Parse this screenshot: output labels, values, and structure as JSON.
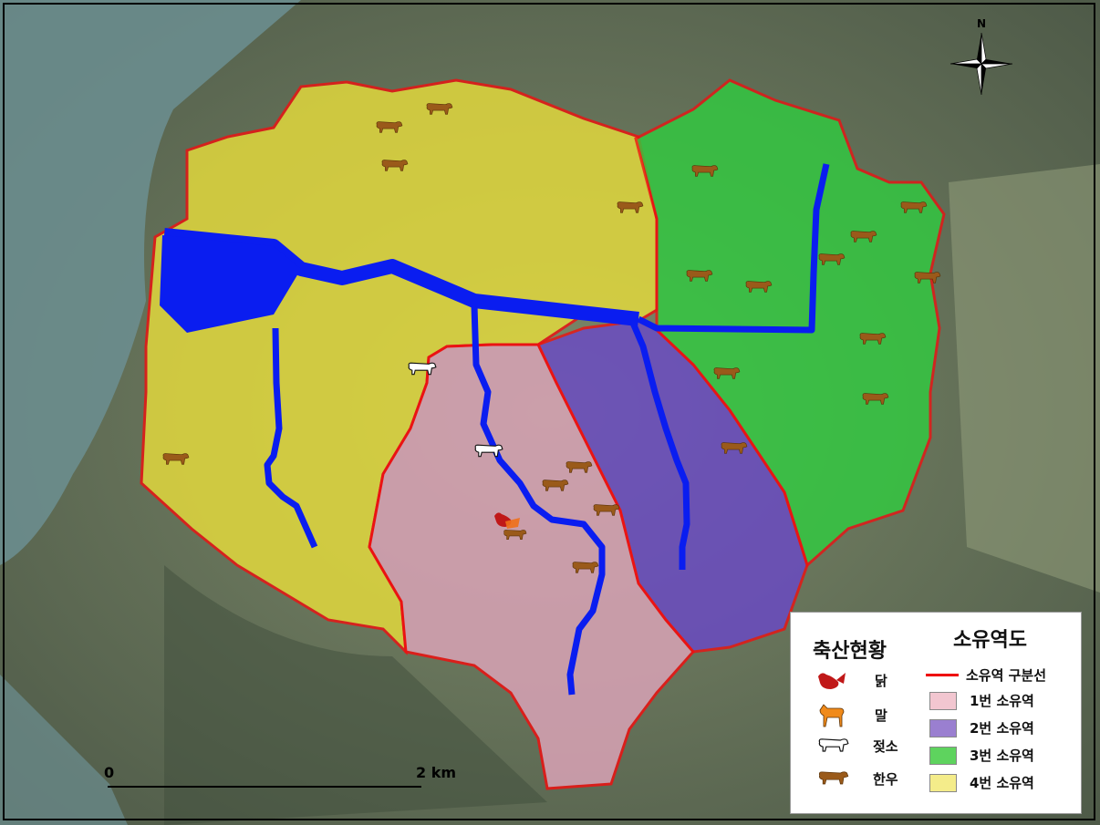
{
  "legend": {
    "livestock_title": "축산현황",
    "basin_title": "소유역도",
    "animals": [
      {
        "icon": "chicken-icon",
        "label": "닭"
      },
      {
        "icon": "horse-icon",
        "label": "말"
      },
      {
        "icon": "dairy-cow-icon",
        "label": "젖소"
      },
      {
        "icon": "hanwoo-cow-icon",
        "label": "한우"
      }
    ],
    "boundary_label": "소유역 구분선",
    "basins": [
      {
        "label": "1번 소유역",
        "color": "#f2c6d0"
      },
      {
        "label": "2번 소유역",
        "color": "#9a7fd0"
      },
      {
        "label": "3번 소유역",
        "color": "#5ed35e"
      },
      {
        "label": "4번 소유역",
        "color": "#f4ec8a"
      }
    ]
  },
  "scale_bar": {
    "start": "0",
    "end": "2",
    "unit": "km"
  },
  "north_label": "N",
  "colors": {
    "boundary": "#ee1111",
    "stream": "#0a1df0",
    "basin1": "#d9a3b6",
    "basin2": "#6a48c8",
    "basin3": "#2fcf3f",
    "basin4": "#e6dc3c"
  }
}
